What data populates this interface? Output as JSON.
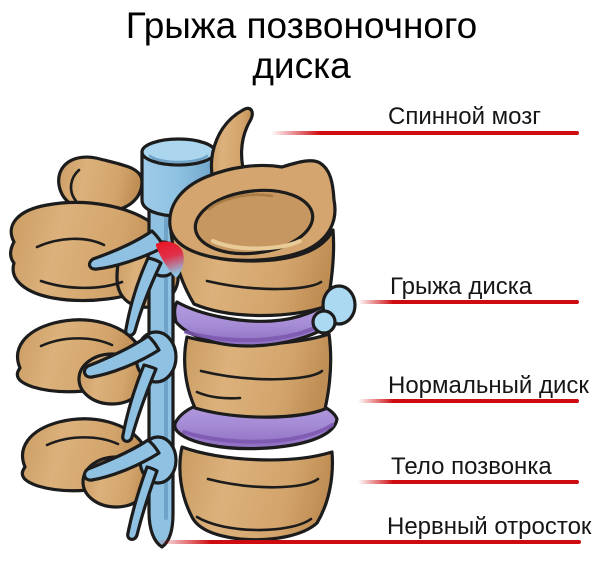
{
  "title": {
    "line1": "Грыжа позвоночного",
    "line2": "диска"
  },
  "labels": {
    "spinal_cord": "Спинной мозг",
    "disc_hernia": "Грыжа диска",
    "normal_disc": "Нормальный диск",
    "vertebral_body": "Тело позвонка",
    "nerve_process": "Нервный отросток"
  },
  "colors": {
    "pointer_line": "#ce0b10",
    "bone": "#d6a873",
    "bone_shadow": "#bf8e55",
    "bone_highlight": "#e9cd9c",
    "disc_purple": "#a58cd5",
    "disc_edge": "#7b57ae",
    "nerve_blue": "#8fc2e2",
    "nerve_light": "#abd6ee",
    "hernia_bulge": "#abd9f2",
    "inflammation_red": "#e8132a",
    "outline": "#1c1c1c",
    "text": "#111111",
    "background": "#ffffff"
  }
}
